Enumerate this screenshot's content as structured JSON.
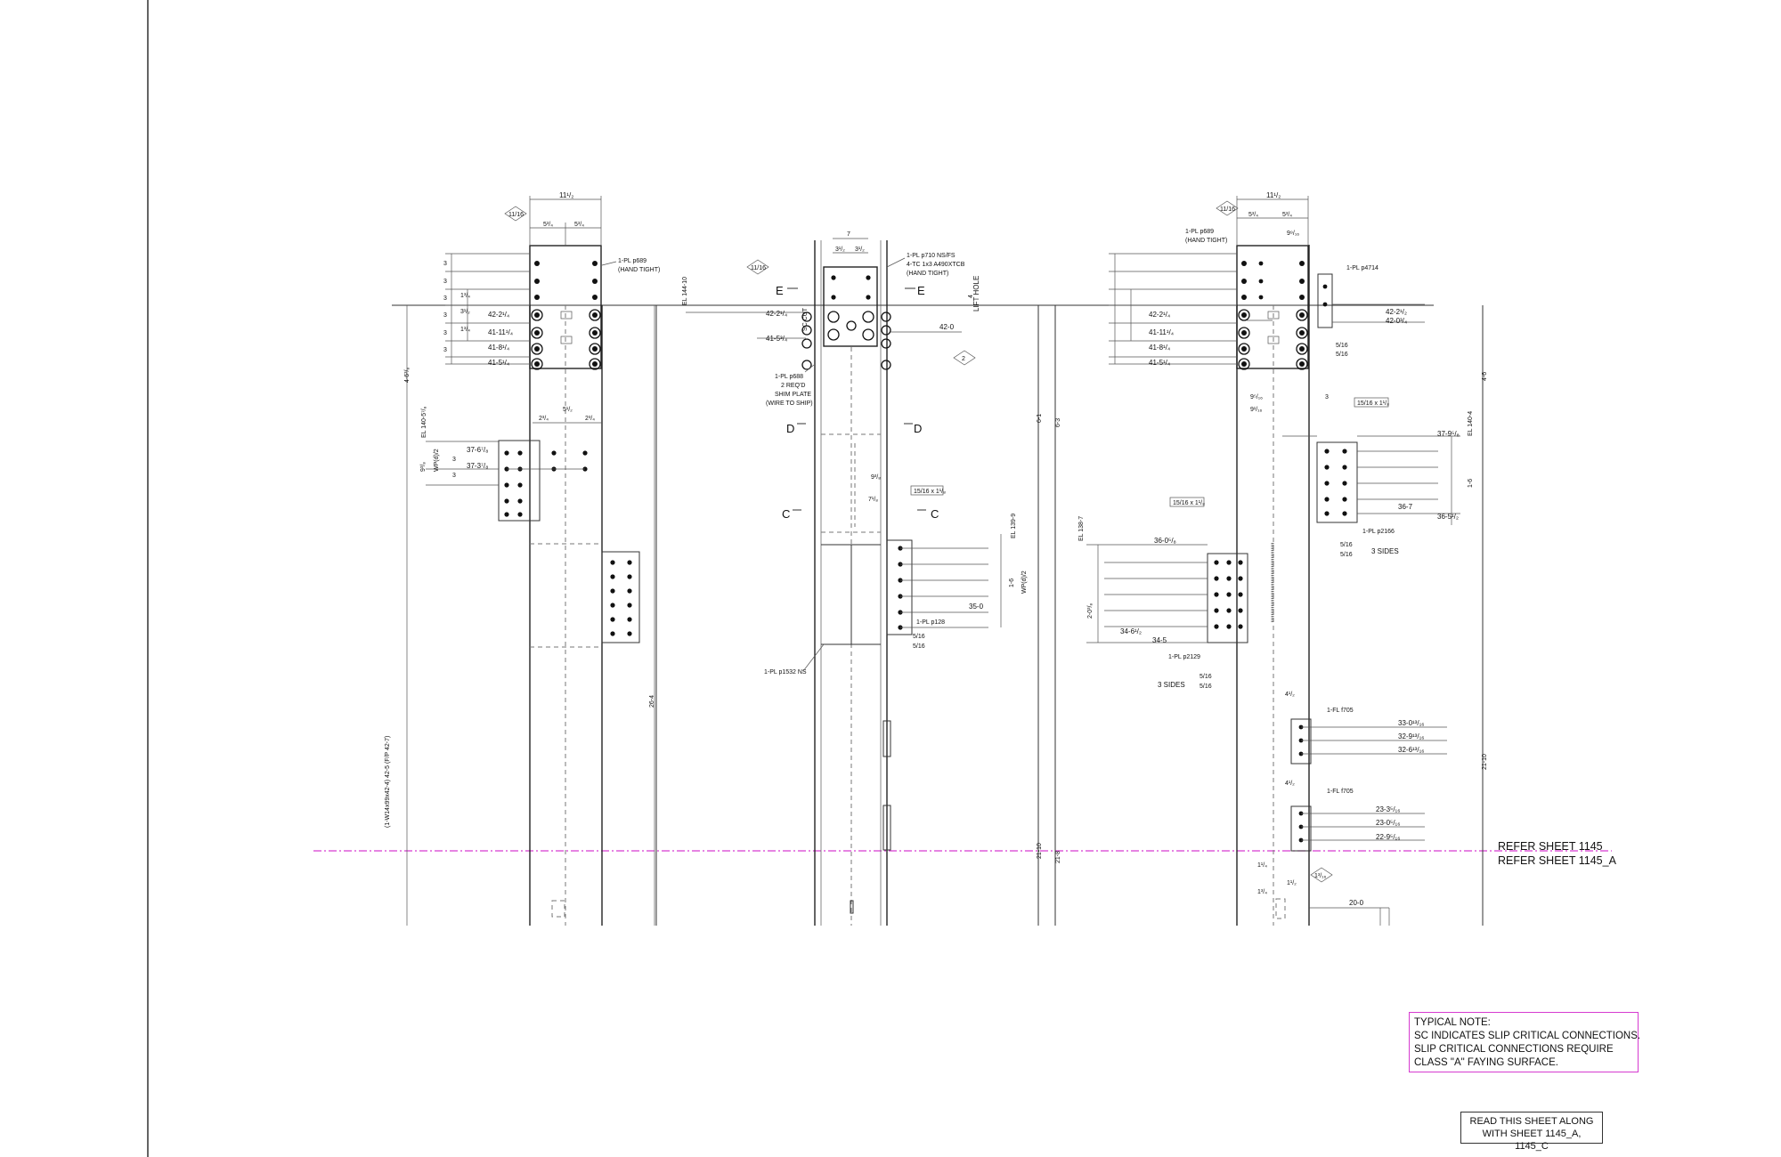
{
  "sheet": {
    "typical_note": {
      "title": "TYPICAL NOTE:",
      "lines": [
        "SC INDICATES SLIP CRITICAL CONNECTIONS.",
        "SLIP CRITICAL CONNECTIONS REQUIRE",
        "CLASS \"A\" FAYING SURFACE."
      ]
    },
    "read_note": {
      "line1": "READ THIS SHEET ALONG",
      "line2": "WITH SHEET 1145_A, 1145_C"
    },
    "refer": {
      "line1": "REFER SHEET 1145",
      "line2": "REFER SHEET 1145_A"
    },
    "colors": {
      "match_line": "#d63bd0",
      "note_border": "#d63bd0",
      "line": "#333333"
    }
  },
  "left_column": {
    "top_dim": "11¹/₂",
    "half_dims": [
      "5³/₄",
      "5³/₄"
    ],
    "tag": "11/16",
    "plate_label": "1-PL p689",
    "plate_note": "(HAND TIGHT)",
    "elevations": [
      "42-2¹/₄",
      "41-11¹/₄",
      "41-8¹/₄",
      "41-5¹/₄"
    ],
    "splice_dims": [
      "2³/₄",
      "5¹/₂",
      "2³/₄"
    ],
    "splice_elevations": [
      "37-6⁷/₈",
      "37-3⁷/₈"
    ],
    "el_label": "EL 140-5⁷/₈",
    "side_dim": "4-6³/₈",
    "member_label": "(1-W14x99x42-4)  42-5 (F/P 42-7)",
    "height_dim": "26-4",
    "gap_dims": [
      "3",
      "3",
      "3",
      "3",
      "3",
      "3",
      "3",
      "3"
    ],
    "small_dims": [
      "1³/₄",
      "3¹/₂",
      "1³/₄"
    ],
    "wp": "WP(d)/2",
    "v_dim": "9³/₈"
  },
  "mid_column": {
    "top_dim": "7",
    "half_dims": [
      "3¹/₂",
      "3¹/₂"
    ],
    "plate_label": "1-PL p710 NS/FS",
    "plate_note2": "4-TC 1x3 A490XTCB",
    "plate_note3": "(HAND TIGHT)",
    "lift_hole": "LIFT HOLE",
    "tag": "11/16",
    "el": "EL 144-10",
    "section_e": "E",
    "section_d": "D",
    "section_c": "C",
    "elevations": [
      "42-2¹/₄",
      "41-5³/₄"
    ],
    "dim_42": "42-0",
    "tag2": "2",
    "shim_lines": [
      "1-PL p688",
      "2 REQ'D",
      "SHIM PLATE",
      "(WIRE TO SHIP)"
    ],
    "sc_cut": "SC CUT",
    "dim_9": "9³/₈",
    "dim_7": "7¹/₈",
    "fill_tag": "15/16 x 1¹/₈",
    "right_plate": "1-PL p128",
    "weld": "5/16",
    "bottom_plate": "1-PL p1532 NS",
    "dim_35": "35-0",
    "dim_16": "1-6",
    "el2": "EL 139-9",
    "wp": "WP(d)/2",
    "dims_vert": [
      "6-1",
      "6-3",
      "21-10",
      "21-8"
    ],
    "four": "4"
  },
  "right_column": {
    "top_dim": "11¹/₂",
    "half_dims": [
      "5³/₄",
      "5³/₄"
    ],
    "tag": "11/16",
    "plate_label": "1-PL p689",
    "plate_note": "(HAND TIGHT)",
    "dim_9": "9⁹/₁₆",
    "side_plate": "1-PL p4714",
    "elevations": [
      "42-2¹/₄",
      "41-11¹/₄",
      "41-8¹/₄",
      "41-5¹/₄"
    ],
    "side_elevations": [
      "42-2¹/₂",
      "42-0³/₄"
    ],
    "weld": "5/16",
    "upper_plate": "1-PL p2166",
    "upper_elevations": [
      "37-9⁵/₈",
      "36-7",
      "36-5¹/₂"
    ],
    "el_a": "EL 140-4",
    "dim_16": "1-6",
    "three_sides": "3 SIDES",
    "lower_plate": "1-PL p2129",
    "lower_elevations": [
      "36-0⁵/₈",
      "34-6¹/₂",
      "34-5"
    ],
    "el_b": "EL 138-7",
    "dim_2": "2-0³/₈",
    "fill_tag": "15/16 x 1¹/₈",
    "dim_9a": "9⁵/₁₆",
    "dim_9b": "9¹/₁₆",
    "fl1": "1-FL f705",
    "fl1_el": [
      "33-0¹³/₁₆",
      "32-9¹³/₁₆",
      "32-6¹³/₁₆"
    ],
    "fl2": "1-FL f705",
    "fl2_el": [
      "23-3⁵/₁₆",
      "23-0⁵/₁₆",
      "22-9⁵/₁₆"
    ],
    "dim_4": "4¹/₂",
    "dim_20": "20-0",
    "dim_46": "4-6",
    "dim_2110": "21-10",
    "dim_3": "3",
    "small": [
      "1¹/₄",
      "1¹/₂",
      "1³/₄"
    ],
    "tag_b": "1³/₁₆"
  }
}
